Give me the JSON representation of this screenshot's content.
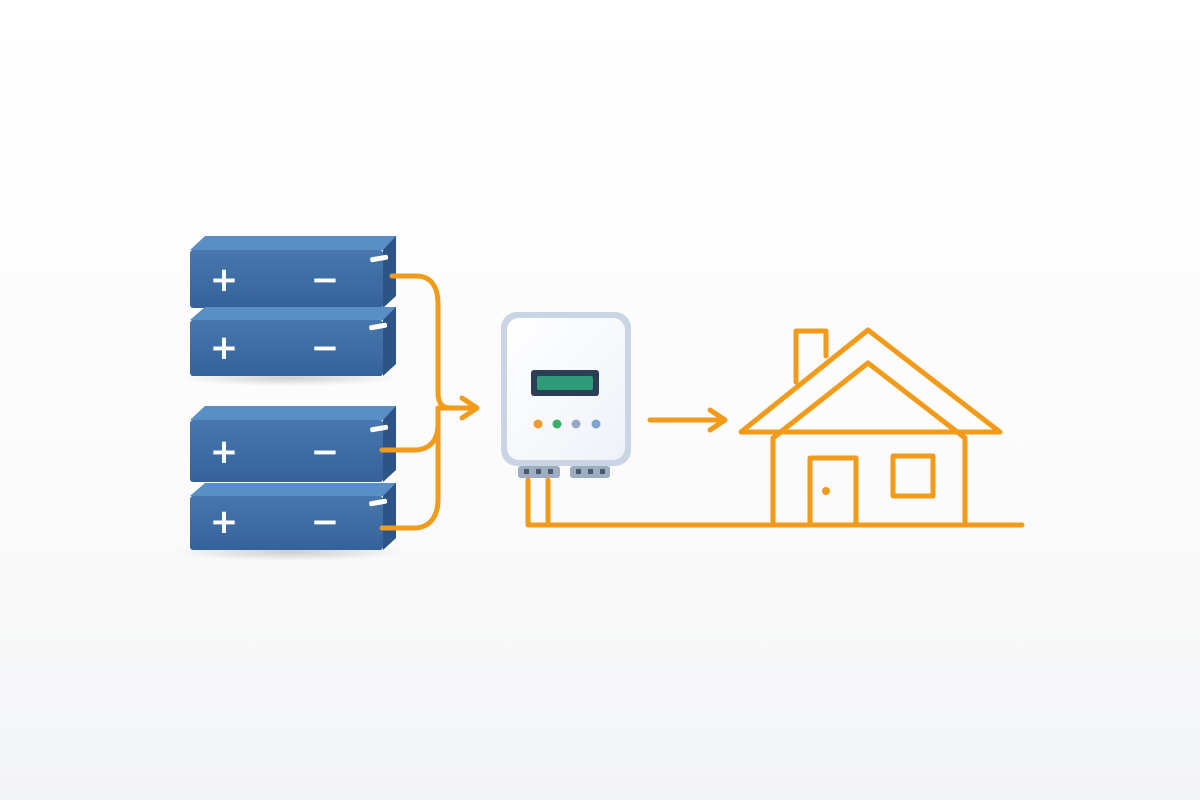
{
  "diagram": {
    "type": "battery-inverter-home flow",
    "batteries": [
      {
        "id": "battery-1",
        "positive_symbol": "+",
        "negative_symbol": "−"
      },
      {
        "id": "battery-2",
        "positive_symbol": "+",
        "negative_symbol": "−"
      },
      {
        "id": "battery-3",
        "positive_symbol": "+",
        "negative_symbol": "−"
      },
      {
        "id": "battery-4",
        "positive_symbol": "+",
        "negative_symbol": "−"
      }
    ],
    "inverter": {
      "display_color": "#2f9a78",
      "indicator_lights": [
        "#f29a2e",
        "#3aae6b",
        "#9aa6c2",
        "#7ea3cf"
      ]
    },
    "house": {
      "line_color": "#f29b1b"
    },
    "colors": {
      "battery_face": "#3e6fa6",
      "battery_top": "#5a8fc6",
      "battery_side": "#2d5486",
      "wire": "#f29b1b",
      "inverter_frame": "#c9d4e4"
    }
  }
}
